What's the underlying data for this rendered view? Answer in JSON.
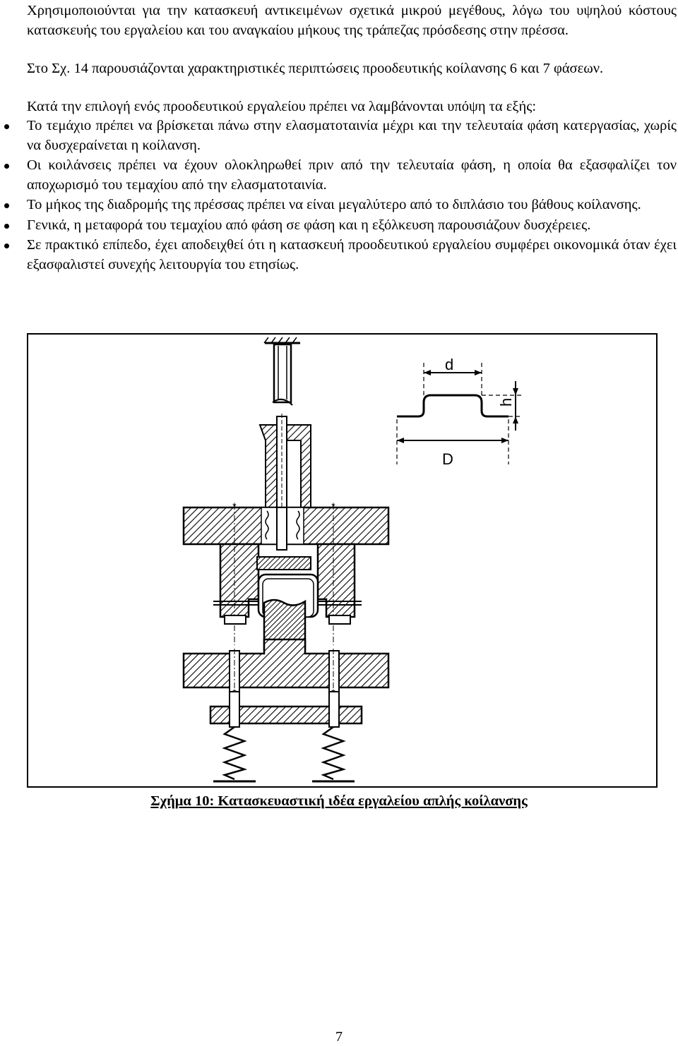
{
  "paragraphs": {
    "p1": "Χρησιμοποιούνται για την κατασκευή αντικειμένων σχετικά μικρού μεγέθους, λόγω του υψηλού κόστους κατασκευής του εργαλείου και του αναγκαίου μήκους της τράπεζας πρόσδεσης στην πρέσσα.",
    "p2": "Στο Σχ. 14 παρουσιάζονται χαρακτηριστικές περιπτώσεις προοδευτικής κοίλανσης 6 και 7 φάσεων.",
    "p3": "Κατά την επιλογή ενός προοδευτικού εργαλείου πρέπει να λαμβάνονται υπόψη τα εξής:"
  },
  "bullets": [
    "Το τεμάχιο πρέπει να βρίσκεται πάνω στην ελασματοταινία μέχρι και την τελευταία φάση κατεργασίας, χωρίς να δυσχεραίνεται η κοίλανση.",
    "Οι κοιλάνσεις πρέπει να έχουν ολοκληρωθεί πριν από την τελευταία φάση, η οποία θα εξασφαλίζει τον αποχωρισμό του τεμαχίου από την ελασματοταινία.",
    "Το μήκος της διαδρομής της πρέσσας πρέπει να είναι μεγαλύτερο από το διπλάσιο του βάθους κοίλανσης.",
    "Γενικά, η μεταφορά του τεμαχίου από φάση σε φάση και η εξόλκευση παρουσιάζουν δυσχέρειες.",
    "Σε πρακτικό επίπεδο, έχει αποδειχθεί ότι η κατασκευή προοδευτικού εργαλείου συμφέρει οικονομικά όταν έχει εξασφαλιστεί συνεχής λειτουργία του ετησίως."
  ],
  "figure": {
    "dim_d": "d",
    "dim_h": "h",
    "dim_D": "D",
    "caption": "Σχήμα 10: Κατασκευαστική ιδέα εργαλείου απλής κοίλανσης"
  },
  "page_number": "7"
}
